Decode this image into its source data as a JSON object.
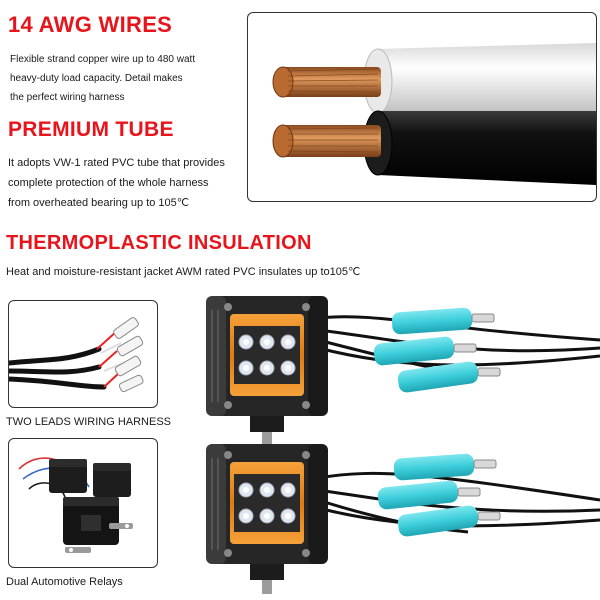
{
  "sections": {
    "awg": {
      "title": "14 AWG WIRES",
      "lines": [
        "Flexible strand copper wire up to 480 watt",
        "heavy-duty load capacity. Detail makes",
        "the perfect wiring harness"
      ]
    },
    "tube": {
      "title": "PREMIUM TUBE",
      "lines": [
        "It adopts VW-1 rated PVC tube that provides",
        "complete protection of the whole harness",
        "from overheated bearing up to 105℃"
      ]
    },
    "insulation": {
      "title": "THERMOPLASTIC INSULATION",
      "line": "Heat and moisture-resistant jacket AWM rated PVC insulates up to105℃"
    }
  },
  "captions": {
    "leads": "TWO LEADS WIRING HARNESS",
    "relays": "Dual Automotive Relays"
  },
  "colors": {
    "accent": "#e8141b",
    "connector": "#3ecfdc",
    "wire_white": "#f2f2f2",
    "wire_black": "#0d0d0d",
    "copper": "#c8733a",
    "amber": "#f08a1c"
  },
  "icons": {
    "cable": "cable-closeup-icon",
    "harness": "harness-photo-icon",
    "relay": "relay-photo-icon",
    "light": "led-pod-light-icon"
  }
}
